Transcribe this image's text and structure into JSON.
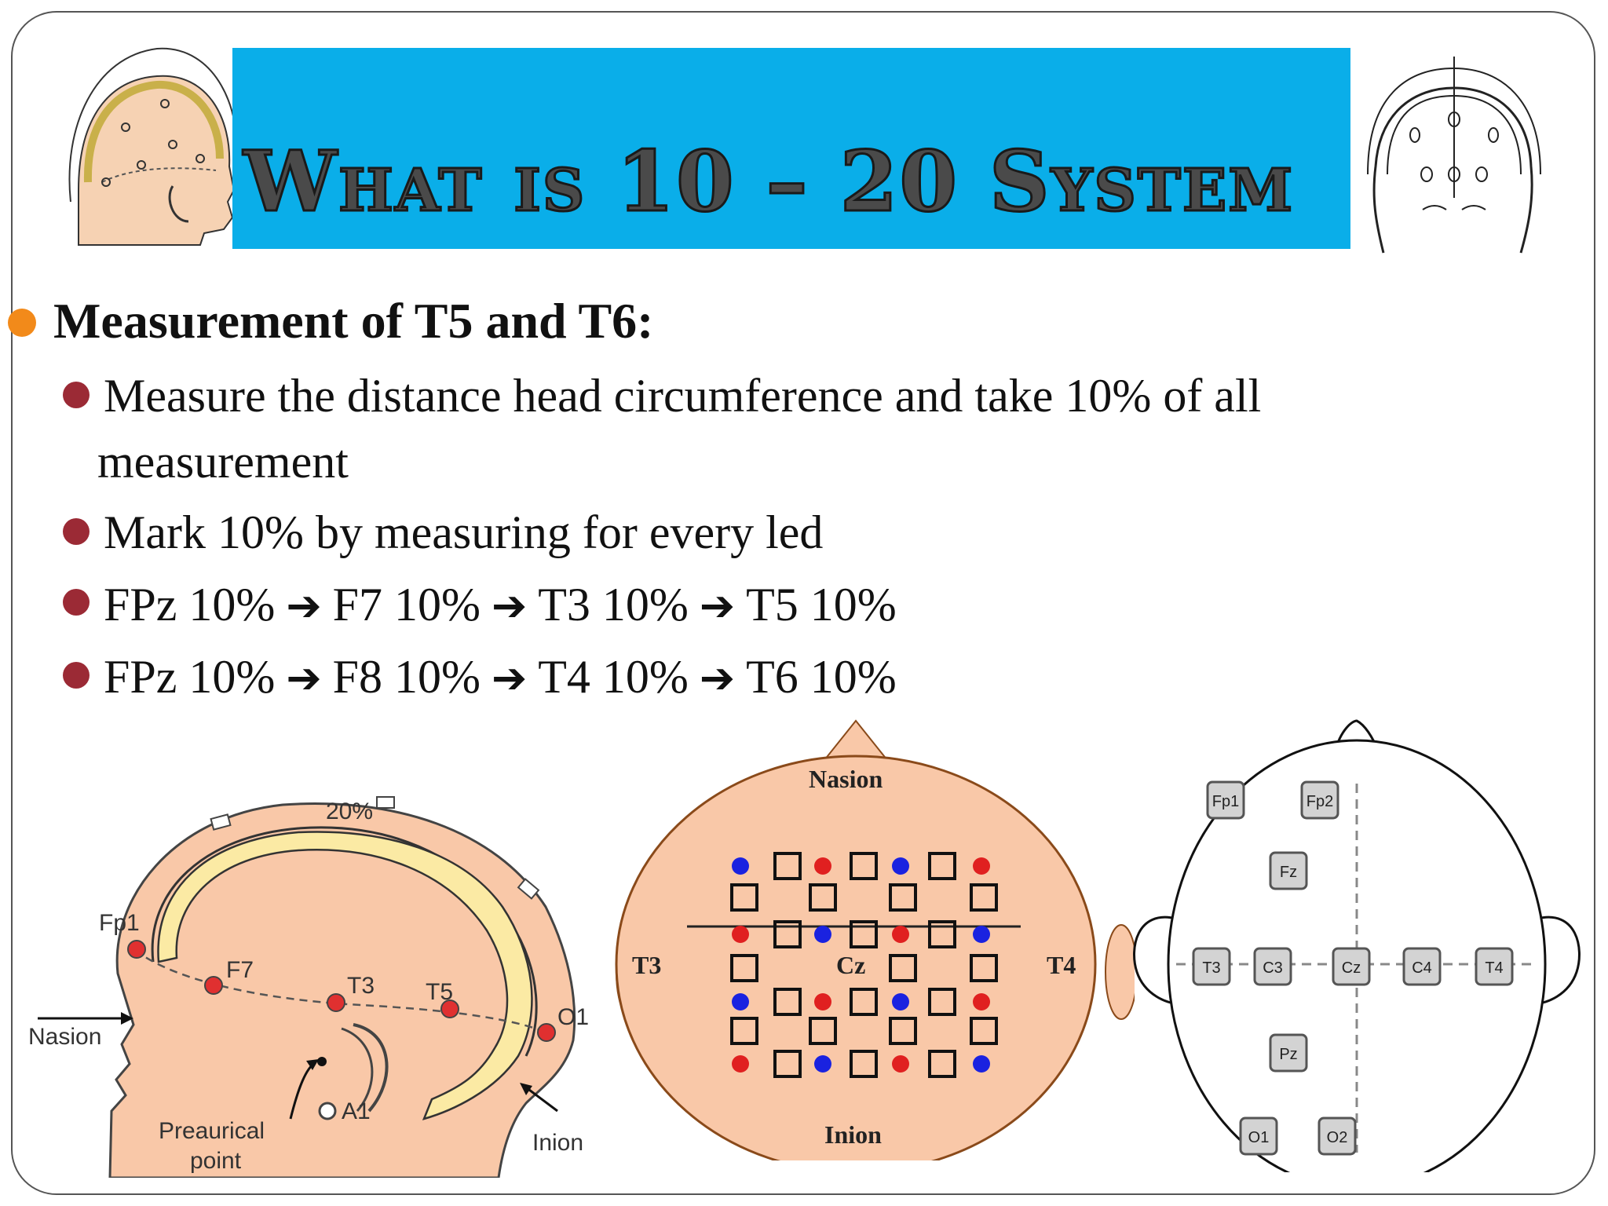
{
  "slide": {
    "title": "What is 10 – 20 System",
    "heading": "Measurement of T5 and T6:",
    "bullets": [
      "Measure the distance head circumference and take 10% of all",
      "measurement",
      "Mark 10% by measuring for every led"
    ],
    "paths": [
      [
        "FPz 10%",
        "F7 10%",
        "T3 10%",
        "T5 10%"
      ],
      [
        "FPz 10%",
        "F8 10%",
        "T4 10%",
        "T6 10%"
      ]
    ],
    "arrow_icon": "right-arrow-icon",
    "colors": {
      "banner": "#0aaee9",
      "main_bullet": "#f28a1a",
      "sub_bullet": "#9b2a35",
      "head_fill": "#f9c8a8",
      "electrode_red": "#e02020",
      "electrode_blue": "#1a22e0"
    }
  },
  "figure_lateral": {
    "percent": "20%",
    "labels": [
      "Fp1",
      "F7",
      "T3",
      "T5",
      "O1",
      "Nasion",
      "Preaurical",
      "point",
      "A1",
      "Inion"
    ]
  },
  "figure_top_orange": {
    "labels": [
      "Nasion",
      "Inion",
      "T3",
      "T4",
      "Cz"
    ]
  },
  "figure_top_grid": {
    "electrodes": [
      "Fp1",
      "Fp2",
      "Fz",
      "T3",
      "C3",
      "Cz",
      "C4",
      "T4",
      "Pz",
      "O1",
      "O2"
    ]
  }
}
